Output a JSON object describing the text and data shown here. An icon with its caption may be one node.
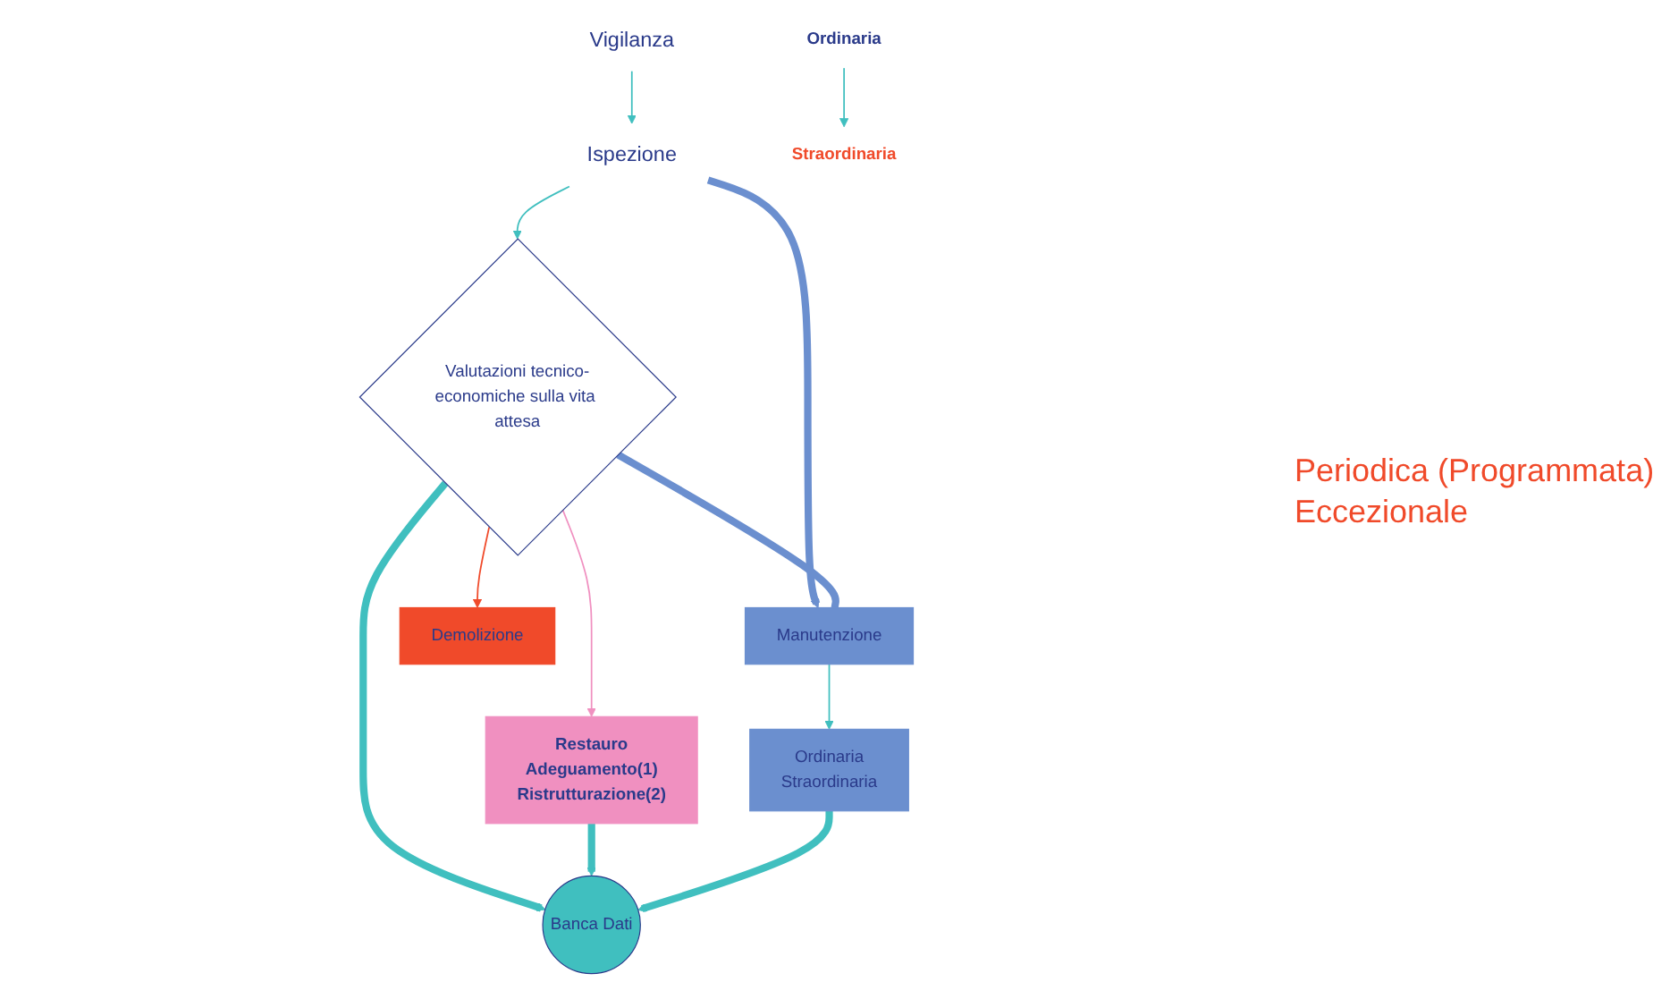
{
  "diagram": {
    "nodes": [
      {
        "text": [
          "Vigilanza"
        ]
      },
      {
        "text": [
          "Ispezione"
        ]
      },
      {
        "text": [
          "Ordinaria"
        ]
      },
      {
        "text": [
          "Straordinaria"
        ]
      },
      {
        "text": [
          "Valutazioni tecnico-economiche sulla vita attesa"
        ]
      },
      {
        "text": [
          "Manutenzione"
        ]
      },
      {
        "text": [
          "Ordinaria",
          "Straordinaria"
        ]
      },
      {
        "text": [
          "Restauro",
          "Adeguamento(1)",
          "Ristrutturazione(2)"
        ]
      },
      {
        "text": [
          "Demolizione"
        ]
      },
      {
        "text": [
          "Banca Dati"
        ]
      }
    ],
    "edges": [
      {
        "from": 0,
        "to": 1,
        "arrow": "to"
      },
      {
        "from": 2,
        "to": 3,
        "arrow": "to"
      },
      {
        "from": 1,
        "to": 4,
        "arrow": "to"
      },
      {
        "from": 1,
        "to": 5,
        "arrow": "to",
        "style": "thick",
        "color": "#6b8fcf"
      },
      {
        "from": 4,
        "to": 5,
        "arrow": "none",
        "style": "thick",
        "color": "#6b8fcf"
      },
      {
        "from": 5,
        "to": 6,
        "arrow": "to"
      },
      {
        "from": 4,
        "to": 7,
        "arrow": "to",
        "color": "#f090c0"
      },
      {
        "from": 4,
        "to": 8,
        "arrow": "to",
        "color": "#f04a2a"
      },
      {
        "from": 4,
        "to": 9,
        "arrow": "to",
        "style": "thick"
      },
      {
        "from": 7,
        "to": 9,
        "arrow": "to",
        "style": "thick"
      },
      {
        "from": 6,
        "to": 9,
        "arrow": "to",
        "style": "thick"
      }
    ],
    "labels": [
      "Periodica (Programmata)",
      "Eccezionale"
    ]
  }
}
